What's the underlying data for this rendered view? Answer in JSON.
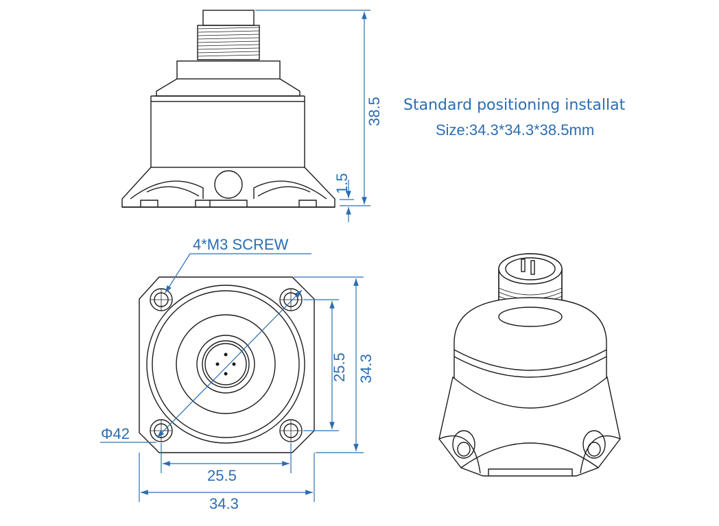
{
  "caption": {
    "line1": "Standard positioning installat",
    "line2": "Size:34.3*34.3*38.5mm"
  },
  "dimensions": {
    "height_total": "38.5",
    "base_thickness": "1.5",
    "screw_note": "4*M3  SCREW",
    "diameter": "Φ42",
    "hole_spacing_horizontal": "25.5",
    "width_horizontal": "34.3",
    "hole_spacing_vertical": "25.5",
    "width_vertical": "34.3"
  },
  "colors": {
    "dimension": "#2a6db2",
    "outline": "#1a1a1a"
  }
}
